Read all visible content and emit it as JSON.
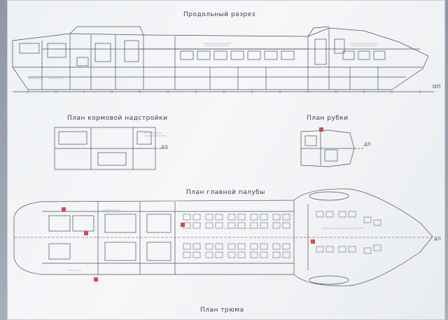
{
  "titles": {
    "longitudinal": "Продольный разрез",
    "aft_deckhouse": "План кормовой надстройки",
    "wheelhouse": "План рубки",
    "main_deck": "План главной палубы",
    "hold": "План трюма"
  },
  "marks": {
    "dp": "ДП",
    "op": "ОП"
  },
  "colors": {
    "line": "#4a5058",
    "accent_red": "#d94a4a",
    "sheet": "#f2f4f6"
  }
}
